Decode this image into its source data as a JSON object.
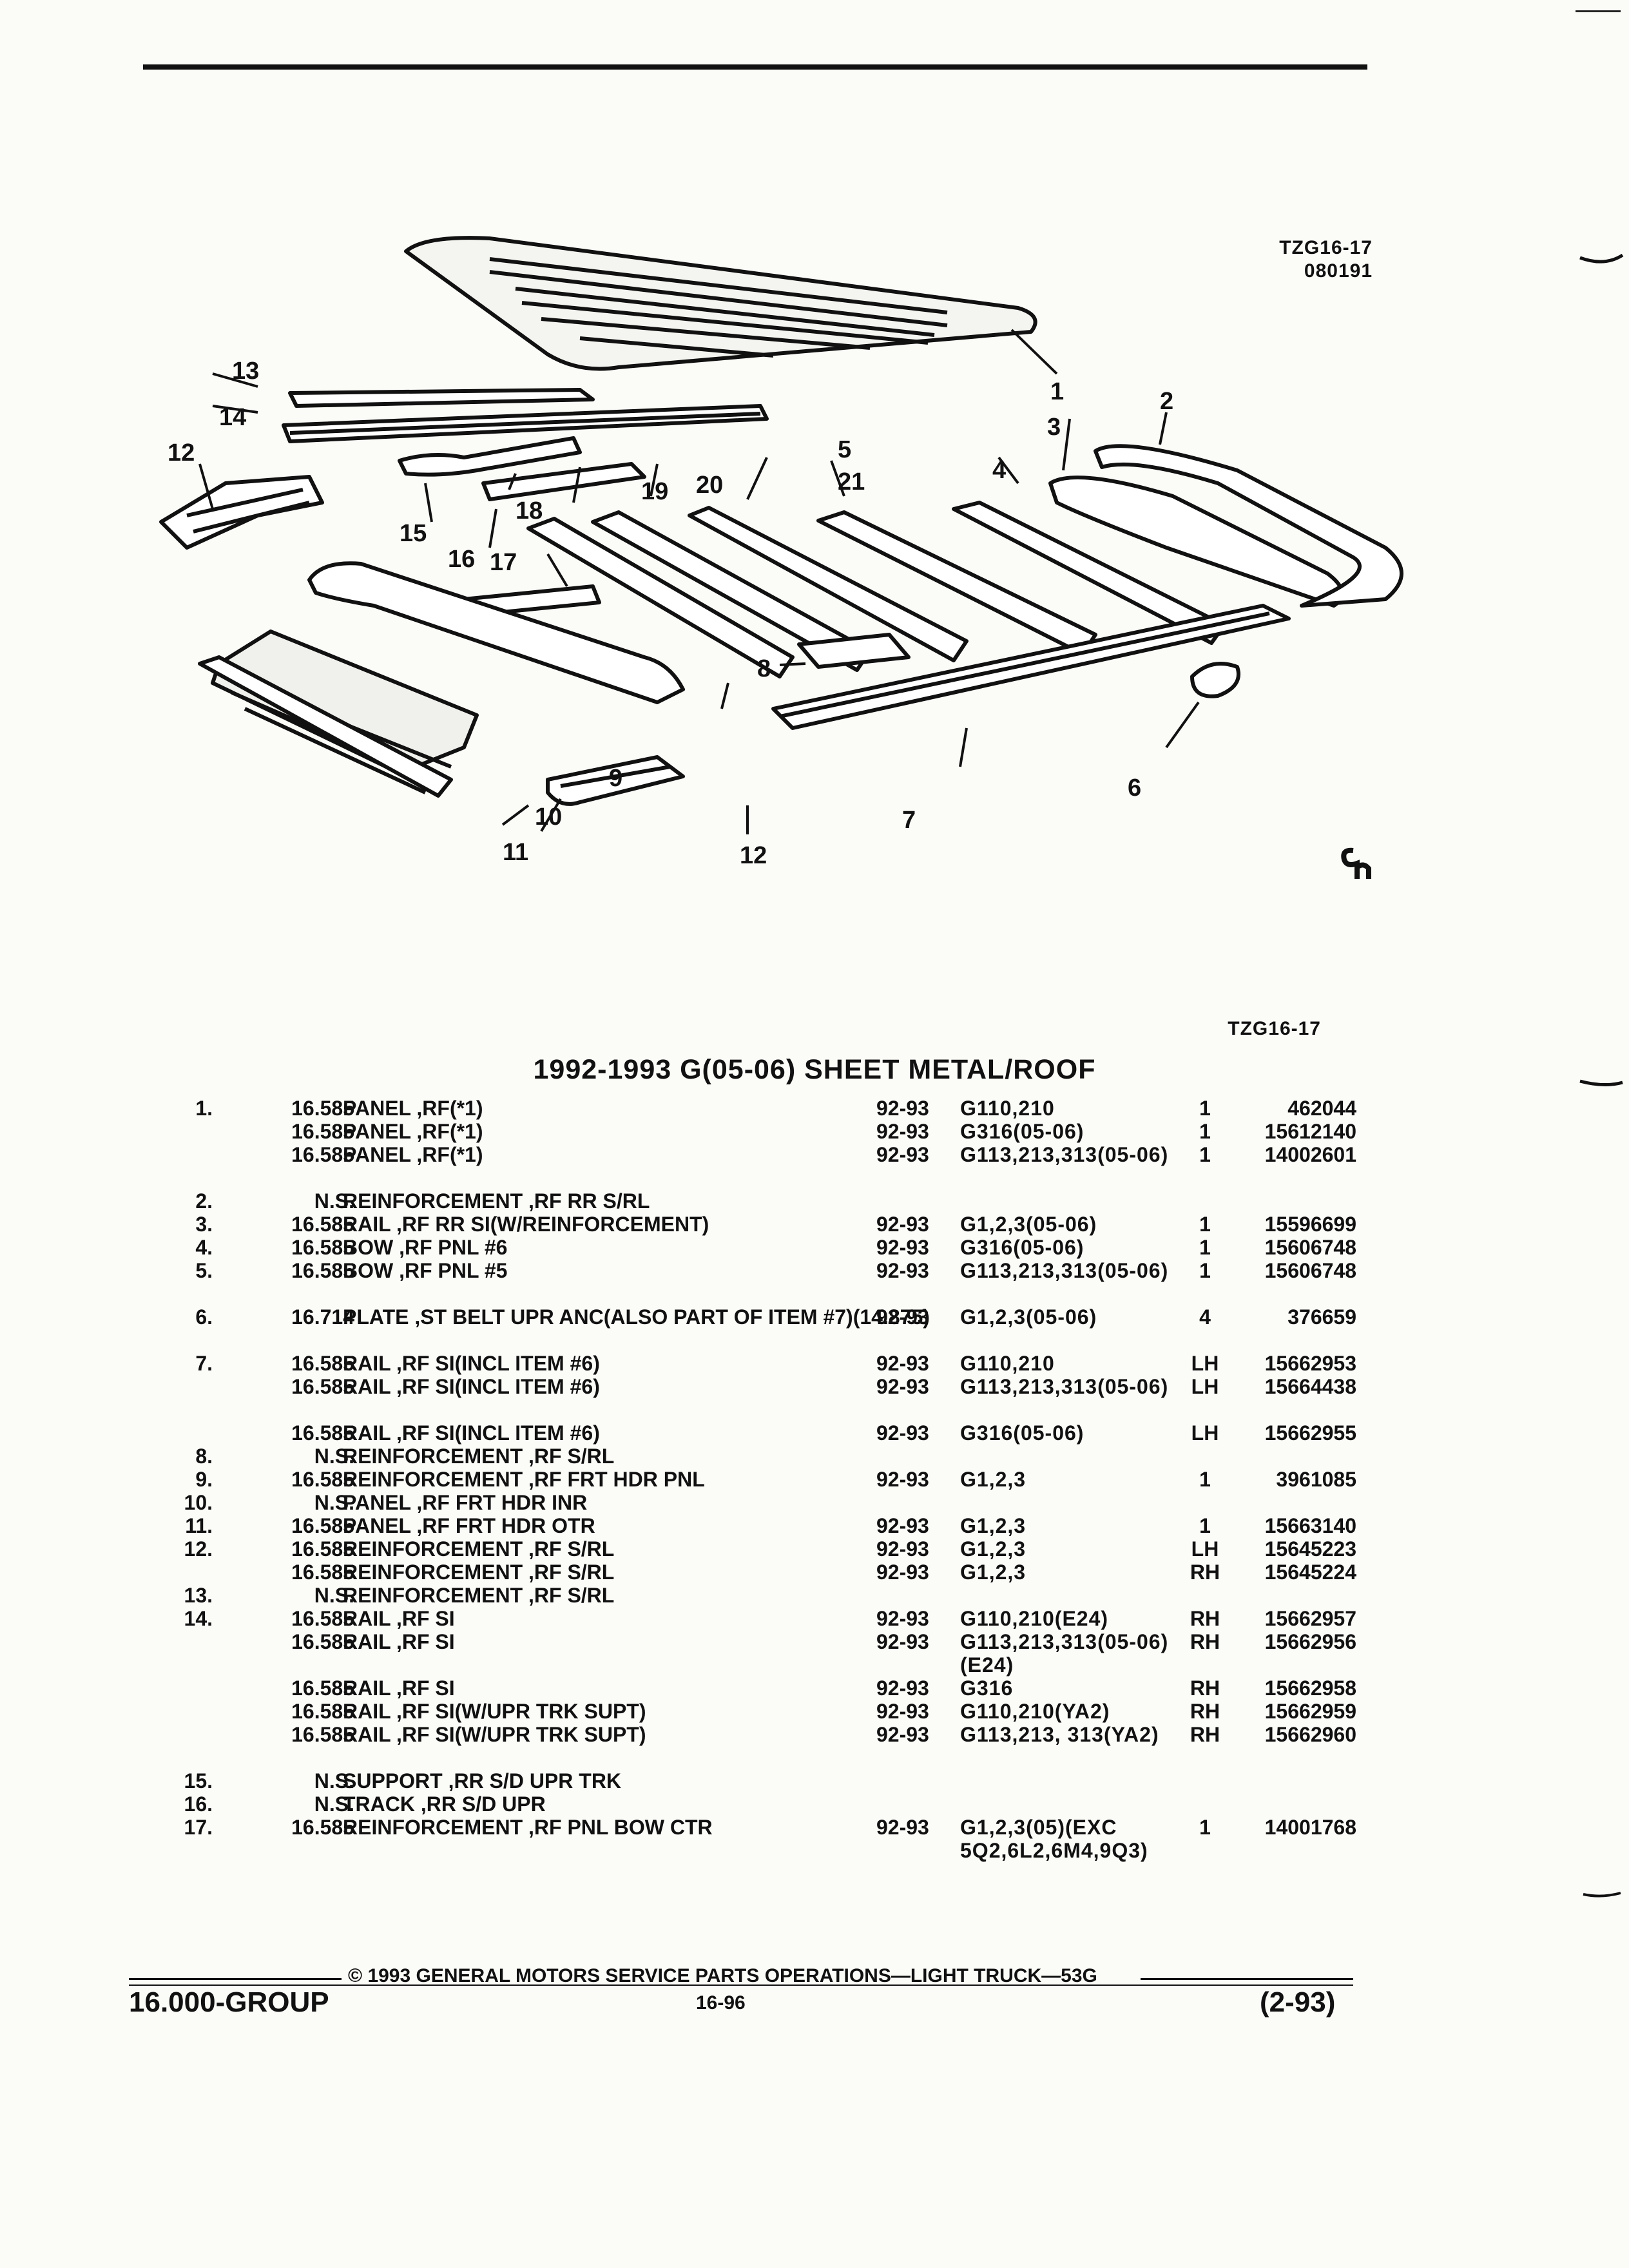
{
  "header": {
    "figure_code_top": "TZG16-17",
    "figure_date": "080191",
    "figure_code_bottom": "TZG16-17",
    "title": "1992-1993 G(05-06) SHEET METAL/ROOF"
  },
  "callouts": [
    "1",
    "2",
    "3",
    "4",
    "5",
    "6",
    "7",
    "8",
    "9",
    "10",
    "11",
    "12",
    "12",
    "13",
    "14",
    "15",
    "16",
    "17",
    "18",
    "19",
    "20",
    "21"
  ],
  "rows": [
    {
      "item": "1.",
      "group": "16.585",
      "desc": "PANEL ,RF(*1)",
      "year": "92-93",
      "model": "G110,210",
      "qty": "1",
      "part": "462044"
    },
    {
      "item": "",
      "group": "16.585",
      "desc": "PANEL ,RF(*1)",
      "year": "92-93",
      "model": "G316(05-06)",
      "qty": "1",
      "part": "15612140"
    },
    {
      "item": "",
      "group": "16.585",
      "desc": "PANEL ,RF(*1)",
      "year": "92-93",
      "model": "G113,213,313(05-06)",
      "qty": "1",
      "part": "14002601",
      "tall": true
    },
    {
      "item": "2.",
      "group": "N.S.",
      "desc": "REINFORCEMENT ,RF RR S/RL",
      "year": "",
      "model": "",
      "qty": "",
      "part": ""
    },
    {
      "item": "3.",
      "group": "16.585",
      "desc": "RAIL ,RF RR SI(W/REINFORCEMENT)",
      "year": "92-93",
      "model": "G1,2,3(05-06)",
      "qty": "1",
      "part": "15596699"
    },
    {
      "item": "4.",
      "group": "16.585",
      "desc": "BOW ,RF PNL #6",
      "year": "92-93",
      "model": "G316(05-06)",
      "qty": "1",
      "part": "15606748"
    },
    {
      "item": "5.",
      "group": "16.585",
      "desc": "BOW ,RF PNL #5",
      "year": "92-93",
      "model": "G113,213,313(05-06)",
      "qty": "1",
      "part": "15606748",
      "tall": true
    },
    {
      "item": "6.",
      "group": "16.714",
      "desc": "PLATE ,ST BELT UPR ANC(ALSO PART OF ITEM #7)(14.875)",
      "year": "92-93",
      "model": "G1,2,3(05-06)",
      "qty": "4",
      "part": "376659",
      "tall": true
    },
    {
      "item": "7.",
      "group": "16.585",
      "desc": "RAIL ,RF SI(INCL ITEM #6)",
      "year": "92-93",
      "model": "G110,210",
      "qty": "LH",
      "part": "15662953"
    },
    {
      "item": "",
      "group": "16.585",
      "desc": "RAIL ,RF SI(INCL ITEM #6)",
      "year": "92-93",
      "model": "G113,213,313(05-06)",
      "qty": "LH",
      "part": "15664438",
      "tall": true
    },
    {
      "item": "",
      "group": "16.585",
      "desc": "RAIL ,RF SI(INCL ITEM #6)",
      "year": "92-93",
      "model": "G316(05-06)",
      "qty": "LH",
      "part": "15662955"
    },
    {
      "item": "8.",
      "group": "N.S.",
      "desc": "REINFORCEMENT ,RF S/RL",
      "year": "",
      "model": "",
      "qty": "",
      "part": ""
    },
    {
      "item": "9.",
      "group": "16.585",
      "desc": "REINFORCEMENT ,RF FRT HDR PNL",
      "year": "92-93",
      "model": "G1,2,3",
      "qty": "1",
      "part": "3961085"
    },
    {
      "item": "10.",
      "group": "N.S.",
      "desc": "PANEL ,RF FRT HDR INR",
      "year": "",
      "model": "",
      "qty": "",
      "part": ""
    },
    {
      "item": "11.",
      "group": "16.585",
      "desc": "PANEL ,RF FRT HDR OTR",
      "year": "92-93",
      "model": "G1,2,3",
      "qty": "1",
      "part": "15663140"
    },
    {
      "item": "12.",
      "group": "16.585",
      "desc": "REINFORCEMENT ,RF S/RL",
      "year": "92-93",
      "model": "G1,2,3",
      "qty": "LH",
      "part": "15645223"
    },
    {
      "item": "",
      "group": "16.585",
      "desc": "REINFORCEMENT ,RF S/RL",
      "year": "92-93",
      "model": "G1,2,3",
      "qty": "RH",
      "part": "15645224"
    },
    {
      "item": "13.",
      "group": "N.S.",
      "desc": "REINFORCEMENT ,RF S/RL",
      "year": "",
      "model": "",
      "qty": "",
      "part": ""
    },
    {
      "item": "14.",
      "group": "16.585",
      "desc": "RAIL ,RF SI",
      "year": "92-93",
      "model": "G110,210(E24)",
      "qty": "RH",
      "part": "15662957"
    },
    {
      "item": "",
      "group": "16.585",
      "desc": "RAIL ,RF SI",
      "year": "92-93",
      "model": "G113,213,313(05-06)(E24)",
      "qty": "RH",
      "part": "15662956",
      "tall": true
    },
    {
      "item": "",
      "group": "16.585",
      "desc": "RAIL ,RF SI",
      "year": "92-93",
      "model": "G316",
      "qty": "RH",
      "part": "15662958"
    },
    {
      "item": "",
      "group": "16.585",
      "desc": "RAIL ,RF SI(W/UPR TRK SUPT)",
      "year": "92-93",
      "model": "G110,210(YA2)",
      "qty": "RH",
      "part": "15662959"
    },
    {
      "item": "",
      "group": "16.585",
      "desc": "RAIL ,RF SI(W/UPR TRK SUPT)",
      "year": "92-93",
      "model": "G113,213, 313(YA2)",
      "qty": "RH",
      "part": "15662960",
      "tall": true
    },
    {
      "item": "15.",
      "group": "N.S.",
      "desc": "SUPPORT ,RR S/D UPR TRK",
      "year": "",
      "model": "",
      "qty": "",
      "part": ""
    },
    {
      "item": "16.",
      "group": "N.S.",
      "desc": "TRACK ,RR S/D UPR",
      "year": "",
      "model": "",
      "qty": "",
      "part": ""
    },
    {
      "item": "17.",
      "group": "16.585",
      "desc": "REINFORCEMENT ,RF PNL BOW CTR",
      "year": "92-93",
      "model": "G1,2,3(05)(EXC 5Q2,6L2,6M4,9Q3)",
      "qty": "1",
      "part": "14001768",
      "tall": true
    }
  ],
  "footer": {
    "copyright": "© 1993 GENERAL MOTORS SERVICE PARTS OPERATIONS—LIGHT TRUCK—53G",
    "group": "16.000-GROUP",
    "page": "16-96",
    "revision": "(2-93)"
  }
}
